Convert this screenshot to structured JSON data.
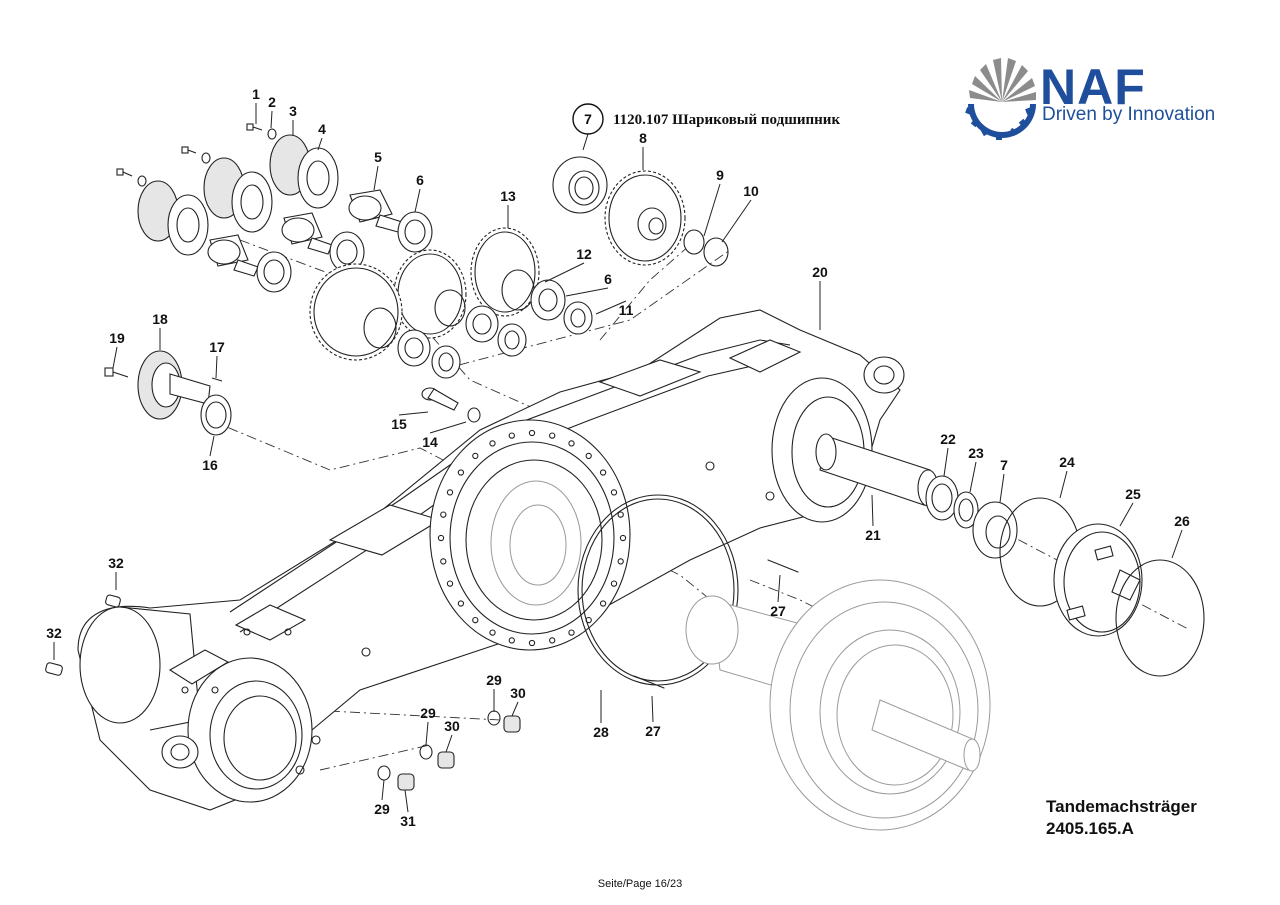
{
  "logo": {
    "word": "NAF",
    "tagline": "Driven by Innovation",
    "colors": {
      "blue": "#1f4f9c",
      "gray": "#8c8c8c"
    }
  },
  "note": {
    "ref": "7",
    "text": "1120.107 Шариковый подшипник"
  },
  "title": {
    "line1": "Tandemachsträger",
    "line2": "2405.165.A"
  },
  "footer": "Seite/Page 16/23",
  "callouts": [
    {
      "n": "1"
    },
    {
      "n": "2"
    },
    {
      "n": "3"
    },
    {
      "n": "4"
    },
    {
      "n": "5"
    },
    {
      "n": "6"
    },
    {
      "n": "8"
    },
    {
      "n": "9"
    },
    {
      "n": "10"
    },
    {
      "n": "13"
    },
    {
      "n": "12"
    },
    {
      "n": "6"
    },
    {
      "n": "11"
    },
    {
      "n": "18"
    },
    {
      "n": "19"
    },
    {
      "n": "17"
    },
    {
      "n": "16"
    },
    {
      "n": "15"
    },
    {
      "n": "14"
    },
    {
      "n": "20"
    },
    {
      "n": "22"
    },
    {
      "n": "23"
    },
    {
      "n": "7"
    },
    {
      "n": "24"
    },
    {
      "n": "25"
    },
    {
      "n": "26"
    },
    {
      "n": "21"
    },
    {
      "n": "27"
    },
    {
      "n": "32"
    },
    {
      "n": "32"
    },
    {
      "n": "29"
    },
    {
      "n": "30"
    },
    {
      "n": "29"
    },
    {
      "n": "30"
    },
    {
      "n": "29"
    },
    {
      "n": "31"
    },
    {
      "n": "28"
    },
    {
      "n": "27"
    }
  ]
}
